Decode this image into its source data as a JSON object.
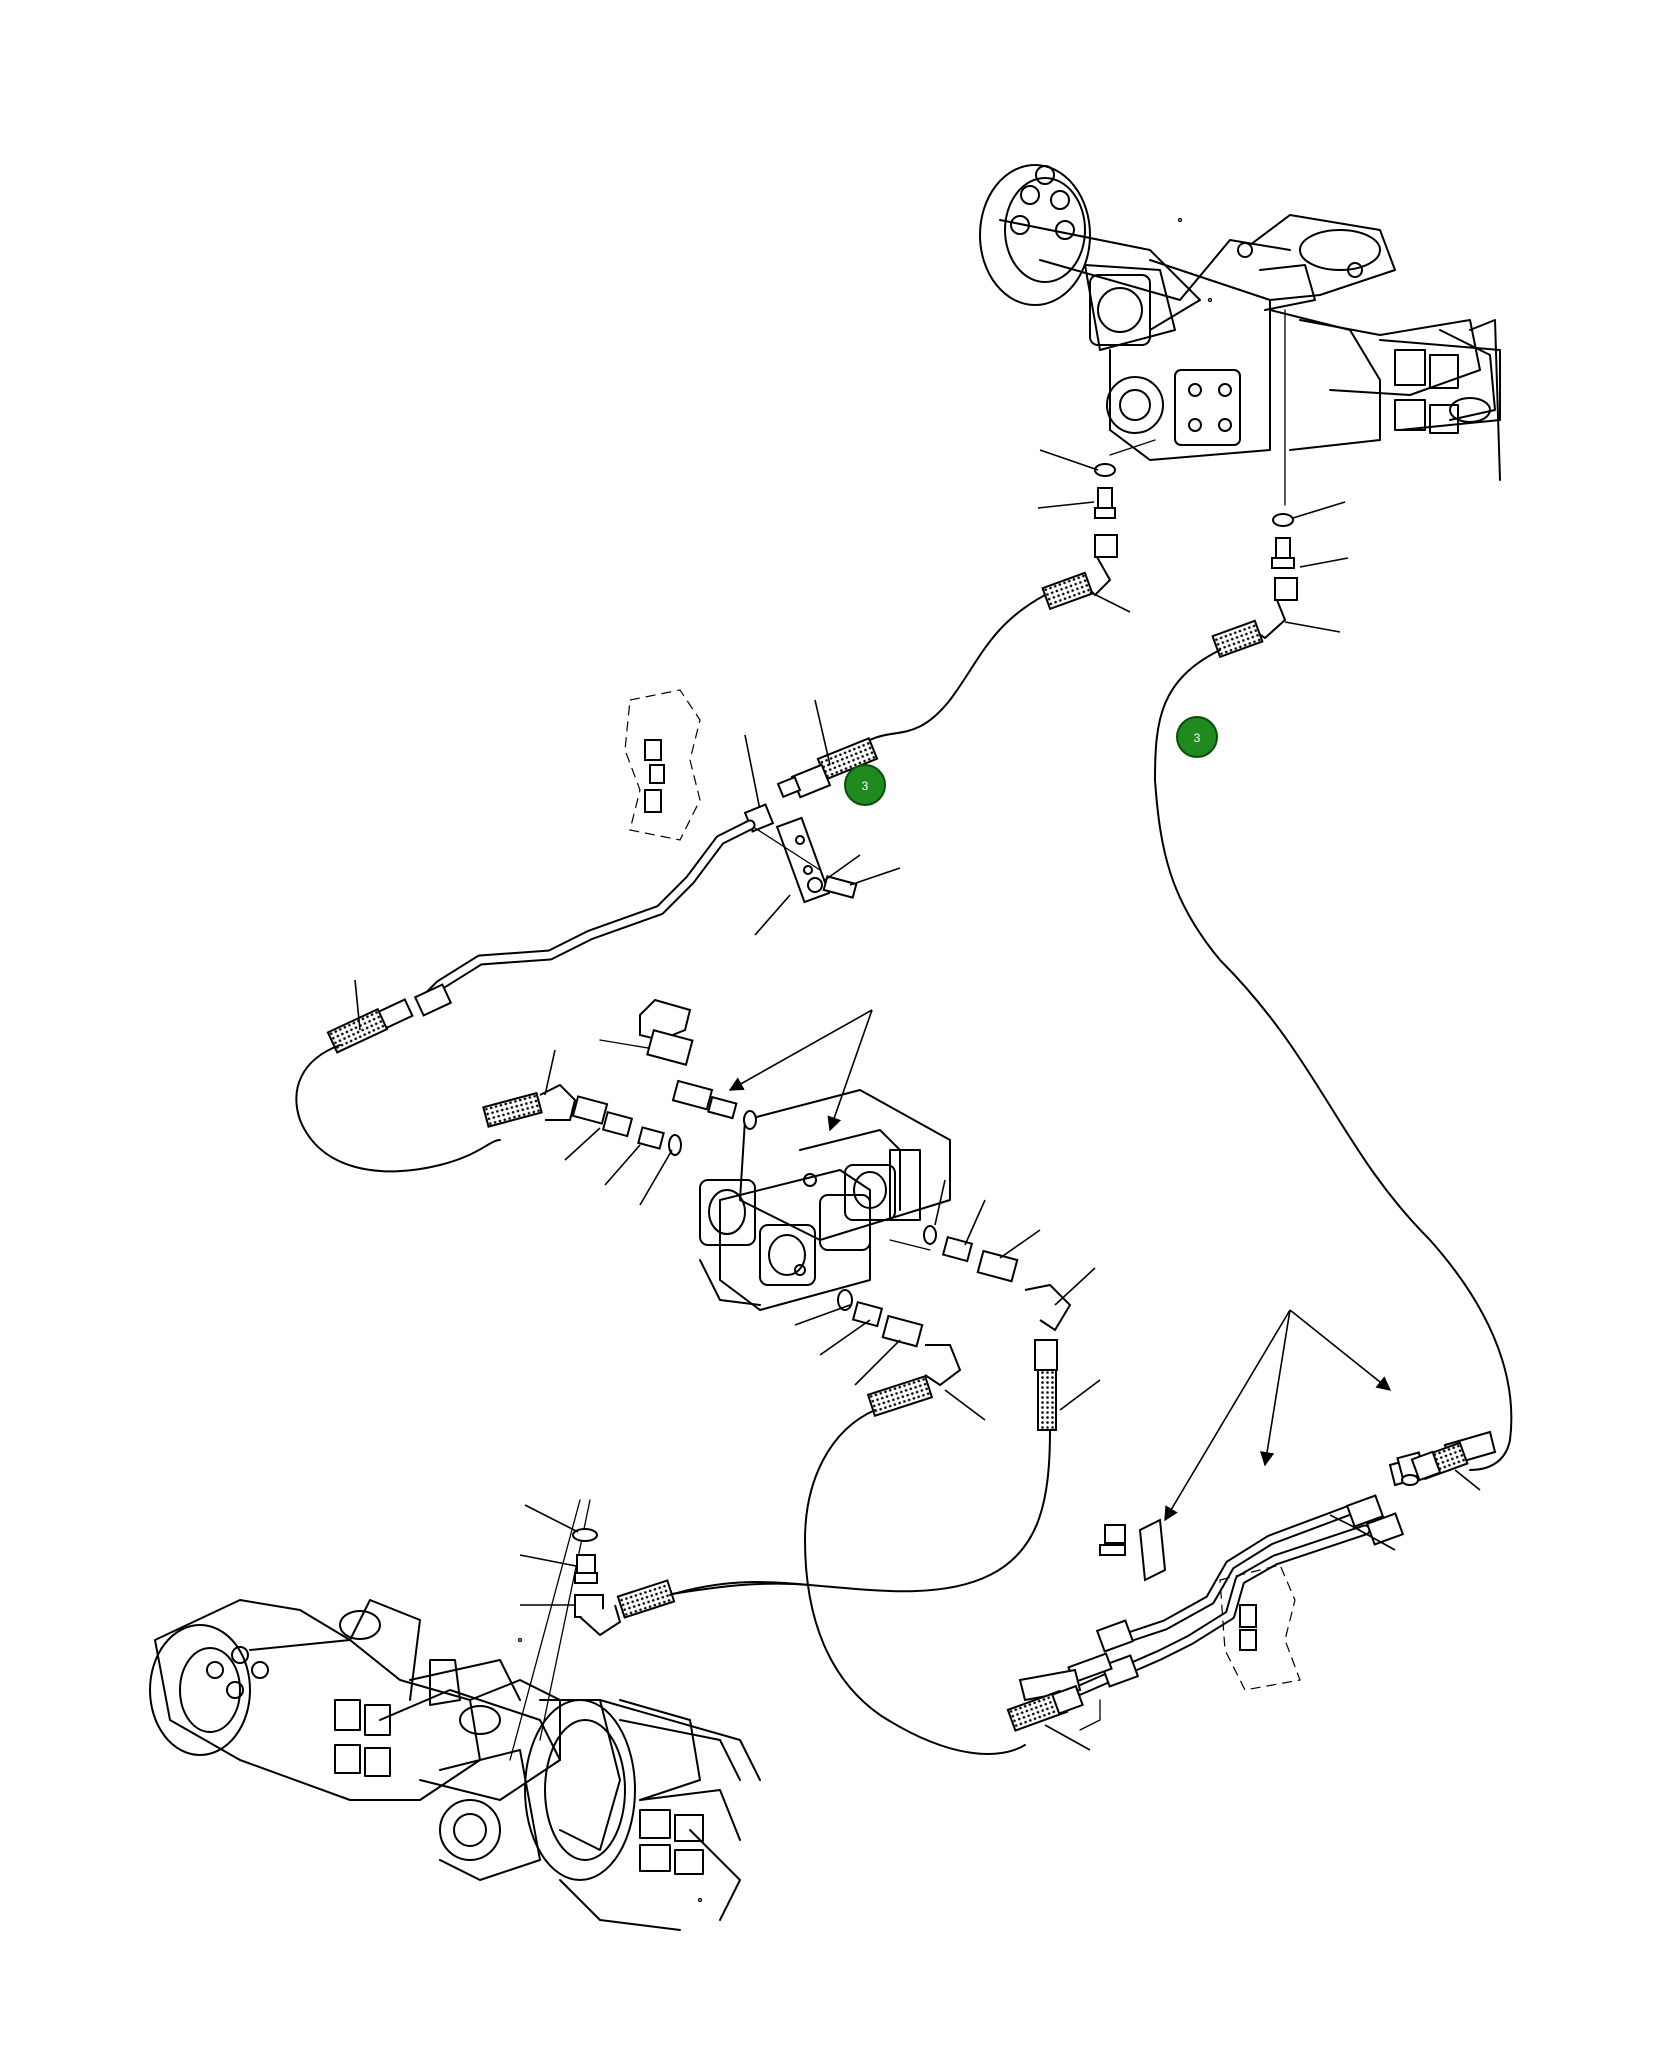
{
  "callouts": [
    {
      "id": "callout-upper-left",
      "label": "3"
    },
    {
      "id": "callout-upper-right",
      "label": "3"
    }
  ],
  "colors": {
    "line": "#000000",
    "background": "#ffffff",
    "callout_fill": "#1f8a1f"
  }
}
